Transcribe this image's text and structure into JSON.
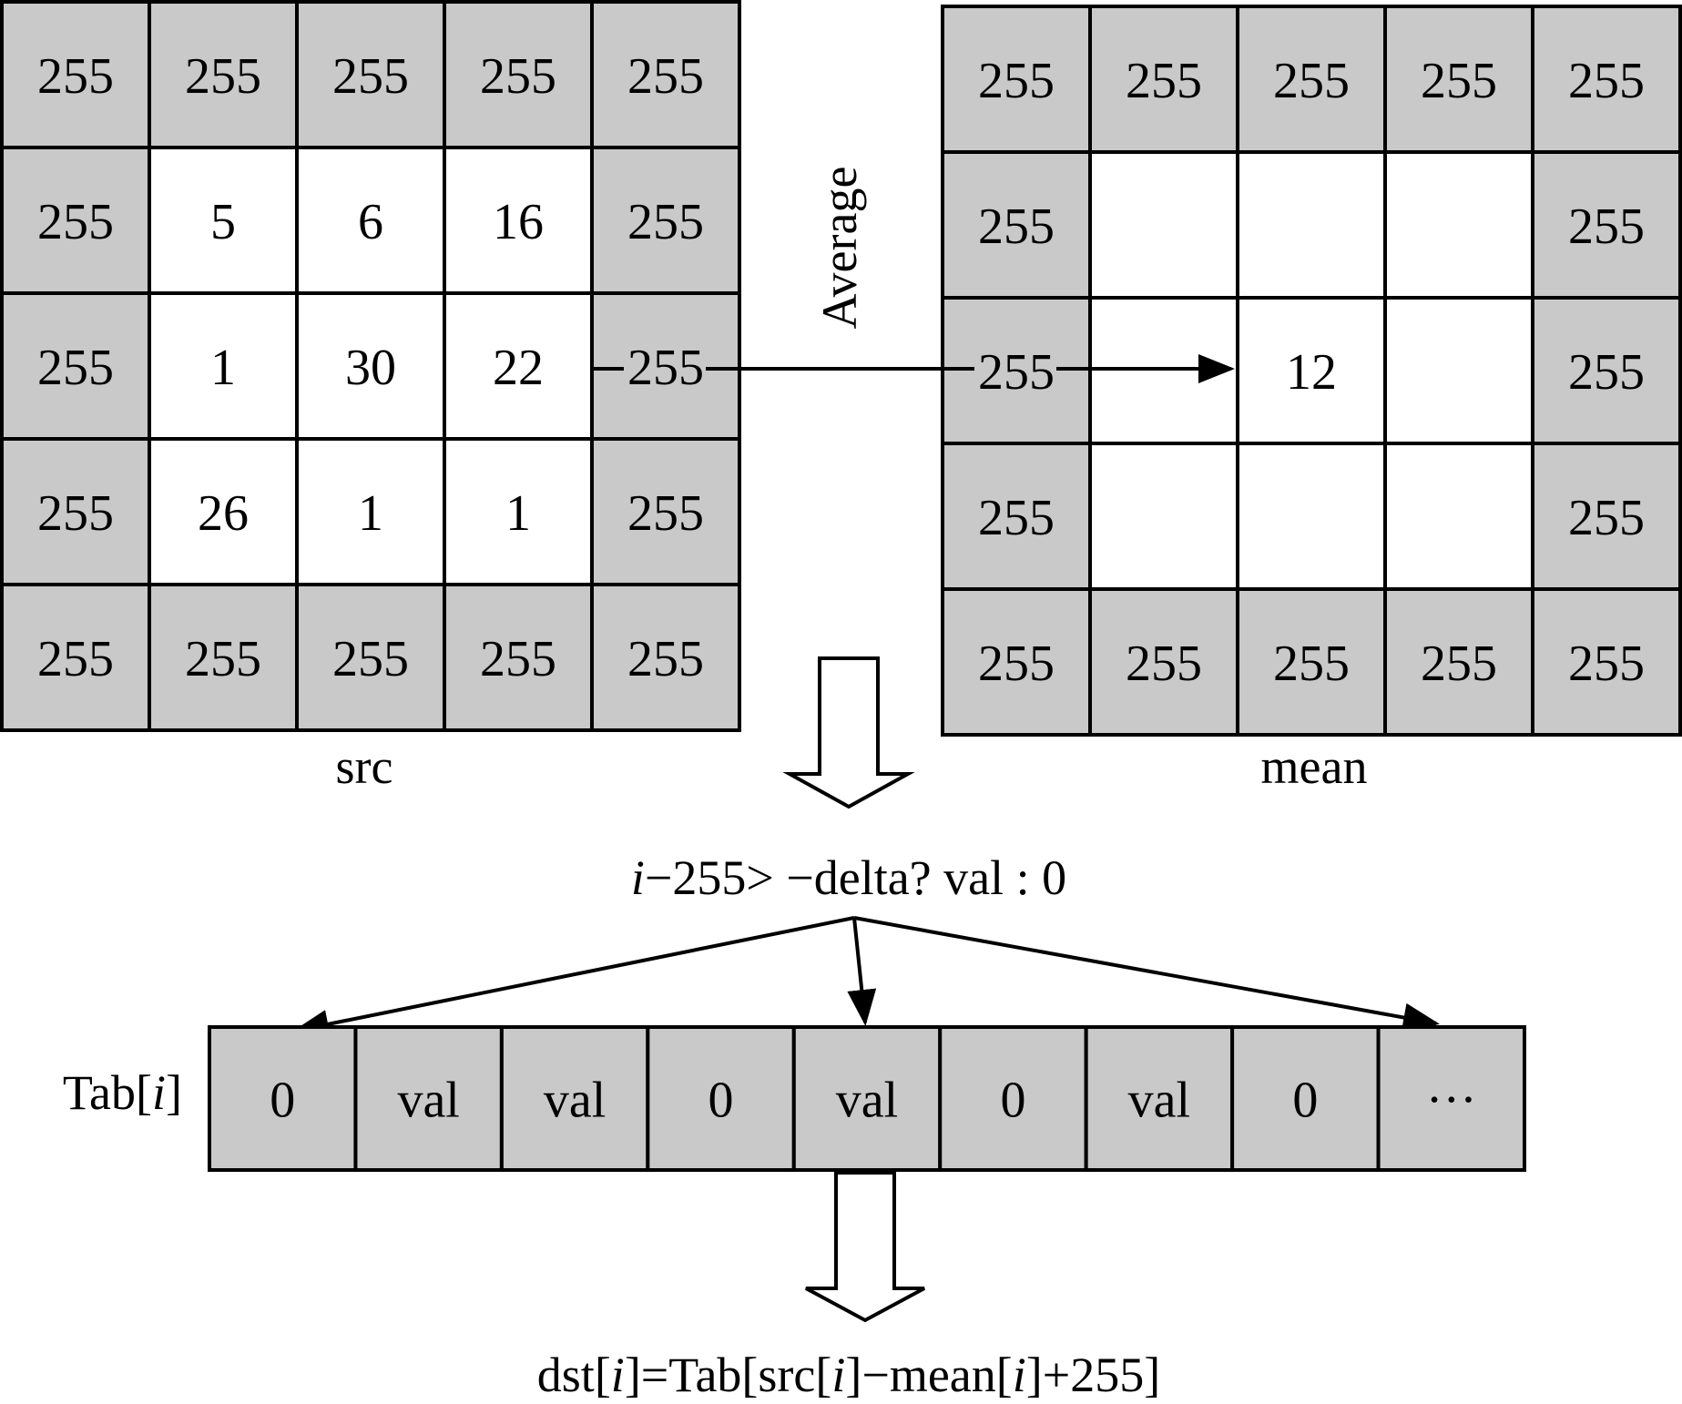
{
  "src_grid": {
    "label": "src",
    "rows": [
      [
        "255",
        "255",
        "255",
        "255",
        "255"
      ],
      [
        "255",
        "5",
        "6",
        "16",
        "255"
      ],
      [
        "255",
        "1",
        "30",
        "22",
        "255"
      ],
      [
        "255",
        "26",
        "1",
        "1",
        "255"
      ],
      [
        "255",
        "255",
        "255",
        "255",
        "255"
      ]
    ]
  },
  "mean_grid": {
    "label": "mean",
    "rows": [
      [
        "255",
        "255",
        "255",
        "255",
        "255"
      ],
      [
        "255",
        "",
        "",
        "",
        "255"
      ],
      [
        "255",
        "",
        "12",
        "",
        "255"
      ],
      [
        "255",
        "",
        "",
        "",
        "255"
      ],
      [
        "255",
        "255",
        "255",
        "255",
        "255"
      ]
    ]
  },
  "average_label": "Average",
  "condition": {
    "i": "i",
    "rest": "−255> −delta?  val : 0"
  },
  "tab": {
    "label_prefix": "Tab[",
    "label_i": "i",
    "label_suffix": "]",
    "cells": [
      "0",
      "val",
      "val",
      "0",
      "val",
      "0",
      "val",
      "0",
      "···"
    ]
  },
  "formula": {
    "p1": "dst[",
    "i1": "i",
    "p2": "]=Tab[src[",
    "i2": "i",
    "p3": "]−mean[",
    "i3": "i",
    "p4": "]+255]"
  },
  "colors": {
    "gray_cell": "#c9c9c9",
    "white_cell": "#ffffff",
    "stroke": "#000000"
  }
}
